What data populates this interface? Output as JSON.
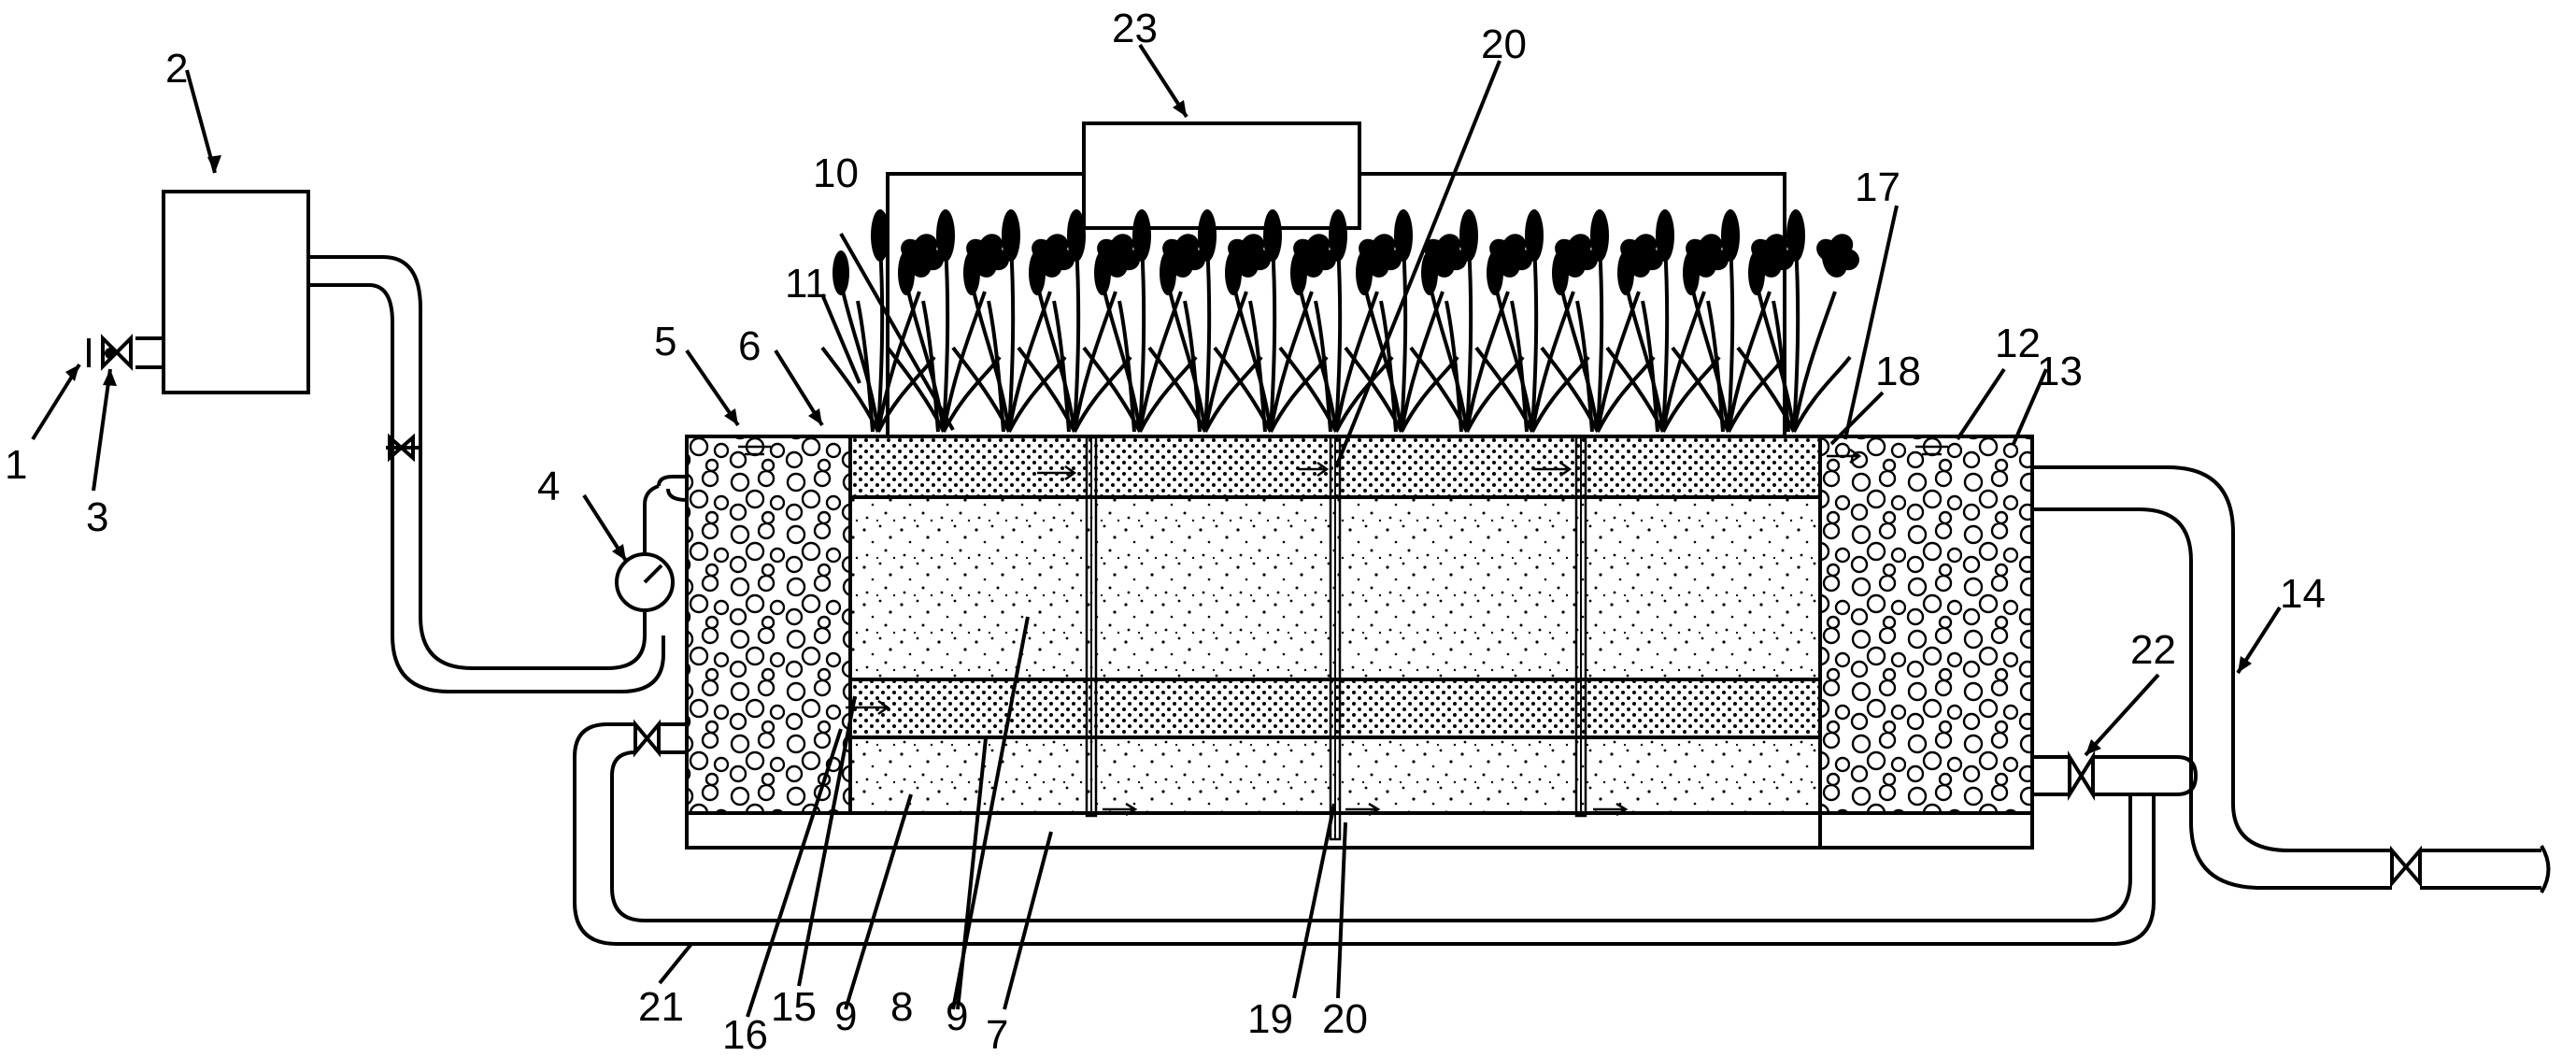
{
  "labels": {
    "l1": "1",
    "l2": "2",
    "l3": "3",
    "l4": "4",
    "l5": "5",
    "l6": "6",
    "l7": "7",
    "l8": "8",
    "l9a": "9",
    "l9b": "9",
    "l10": "10",
    "l11": "11",
    "l12": "12",
    "l13": "13",
    "l14": "14",
    "l15": "15",
    "l16": "16",
    "l17": "17",
    "l18": "18",
    "l19": "19",
    "l20a": "20",
    "l20b": "20",
    "l21": "21",
    "l22": "22",
    "l23": "23"
  }
}
